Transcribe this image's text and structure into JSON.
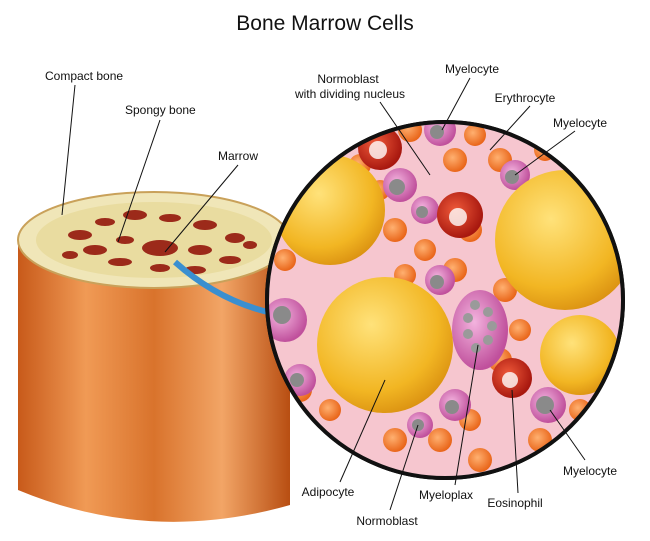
{
  "title": "Bone Marrow Cells",
  "labels": {
    "compact_bone": "Compact bone",
    "spongy_bone": "Spongy bone",
    "marrow": "Marrow",
    "normoblast_dividing_1": "Normoblast",
    "normoblast_dividing_2": "with dividing nucleus",
    "myelocyte_top": "Myelocyte",
    "erythrocyte": "Erythrocyte",
    "myelocyte_right": "Myelocyte",
    "myelocyte_bottom": "Myelocyte",
    "eosinophil": "Eosinophil",
    "myeloplax": "Myeloplax",
    "normoblast": "Normoblast",
    "adipocyte": "Adipocyte"
  },
  "colors": {
    "bone": "#e07a2e",
    "marrow_bg": "#f6c6cf",
    "adipocyte": "#f2b623",
    "erythrocyte": "#f07a22",
    "myelocyte": "#d66fb5",
    "nucleus": "#8a8a8a",
    "eosinophil": "#c8241c",
    "arrow": "#3a8fd0"
  }
}
